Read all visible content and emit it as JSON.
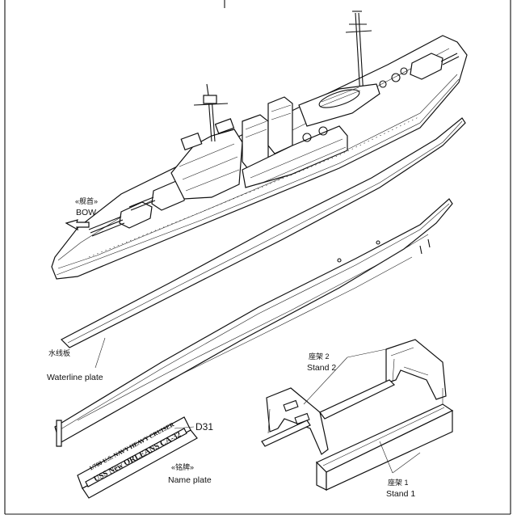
{
  "labels": {
    "bow_cn": "«舰首»",
    "bow_en": "BOW",
    "waterline_cn": "水线板",
    "waterline_en": "Waterline plate",
    "part_number": "D31",
    "nameplate_cn": "«铭牌»",
    "nameplate_en": "Name plate",
    "stand2_cn": "座架 2",
    "stand2_en": "Stand 2",
    "stand1_cn": "座架 1",
    "stand1_en": "Stand 1"
  },
  "nameplate": {
    "line1": "1/700 U.S. NAVY HEAVY CRUISER",
    "line2": "USS New ORLEANS  CA-32"
  }
}
